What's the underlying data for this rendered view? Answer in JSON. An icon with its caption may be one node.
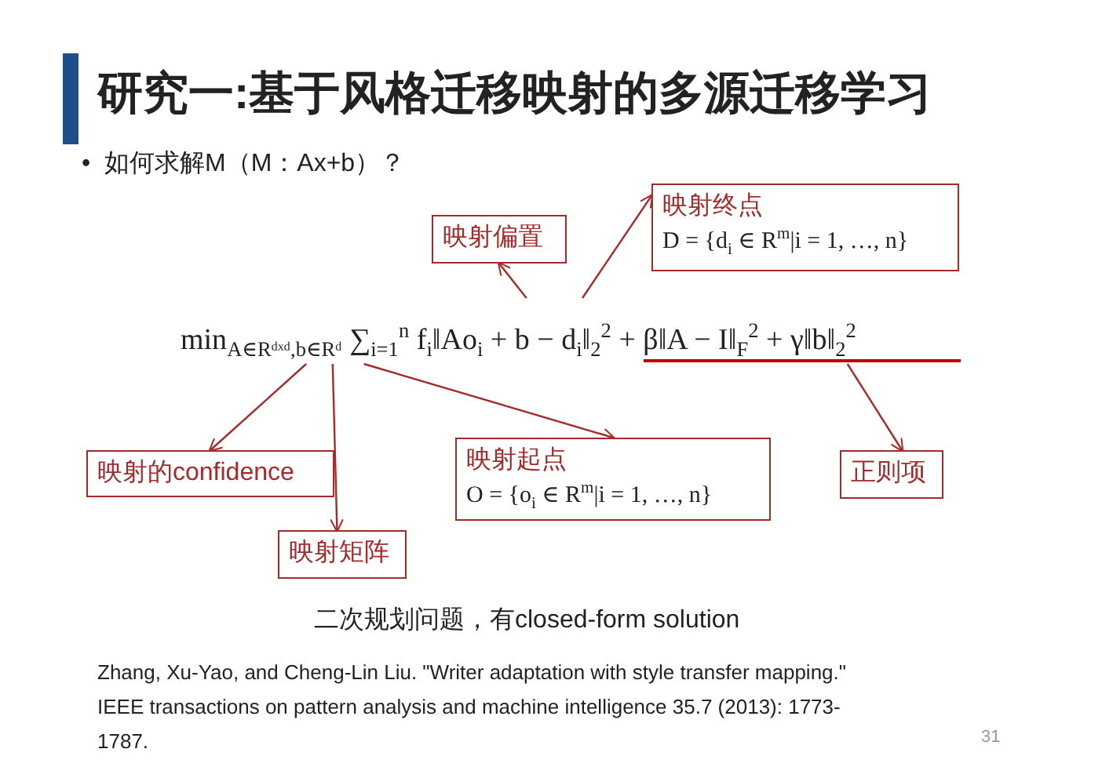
{
  "diagram": {
    "title": "研究一:基于风格迁移映射的多源迁移学习",
    "nodes": [
      {
        "text": [
          "min$_{A∈Rᵈˣᵈ,b∈Rᵈ}$ ∑$_{i=1}$$^{n}$ f$_{i}$‖Ao$_{i}$ + b − d$_{i}$‖$_{2}$$^{2}$ + β‖A − I‖$_{F}$$^{2}$ + γ‖b‖$_{2}$$^{2}$"
        ]
      },
      {
        "text": [
          "映射偏置"
        ]
      },
      {
        "text": [
          "映射终点",
          "D = {d$_{i}$ ∈ R$^{m}$|i = 1, …, n}"
        ]
      },
      {
        "text": [
          "映射的confidence"
        ]
      },
      {
        "text": [
          "映射矩阵"
        ]
      },
      {
        "text": [
          "映射起点",
          "O = {o$_{i}$ ∈ R$^{m}$|i = 1, …, n}"
        ]
      },
      {
        "text": [
          "正则项"
        ]
      }
    ],
    "edges": [
      {
        "from": 0,
        "to": 1,
        "arrow": "to"
      },
      {
        "from": 0,
        "to": 2,
        "arrow": "to"
      },
      {
        "from": 0,
        "to": 3,
        "arrow": "to"
      },
      {
        "from": 0,
        "to": 4,
        "arrow": "to"
      },
      {
        "from": 0,
        "to": 5,
        "arrow": "to"
      },
      {
        "from": 0,
        "to": 6,
        "arrow": "to"
      }
    ],
    "labels": [
      "•  如何求解M（M：Ax+b）？",
      "二次规划问题，有closed-form solution",
      "Zhang, Xu-Yao, and Cheng-Lin Liu. \"Writer adaptation with style transfer mapping.\" IEEE transactions on pattern analysis and machine intelligence 35.7 (2013): 1773-1787.",
      "31"
    ]
  }
}
